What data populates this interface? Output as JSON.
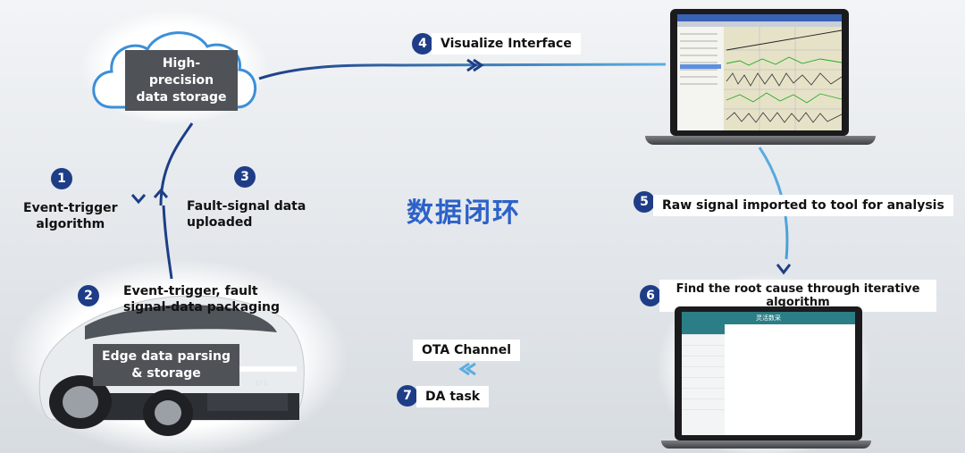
{
  "title_cn": "数据闭环",
  "cloud": {
    "label": "High-\nprecision\ndata storage"
  },
  "car": {
    "label": "Edge data parsing\n& storage",
    "plate": "ET·5"
  },
  "steps": [
    {
      "num": "1",
      "label": "Event-trigger\nalgorithm"
    },
    {
      "num": "2",
      "label": "Event-trigger, fault\nsignal-data packaging"
    },
    {
      "num": "3",
      "label": "Fault-signal data\nuploaded"
    },
    {
      "num": "4",
      "label": "Visualize Interface"
    },
    {
      "num": "5",
      "label": "Raw signal imported to tool for analysis"
    },
    {
      "num": "6",
      "label": "Find the root cause through iterative\nalgorithm"
    },
    {
      "num": "7",
      "label": "DA task"
    }
  ],
  "channel": {
    "label": "OTA Channel"
  },
  "app": {
    "title": "灵活数采"
  },
  "colors": {
    "accent": "#1f3d87",
    "flow_dark": "#1d3e86",
    "flow_light": "#5aaee0"
  }
}
